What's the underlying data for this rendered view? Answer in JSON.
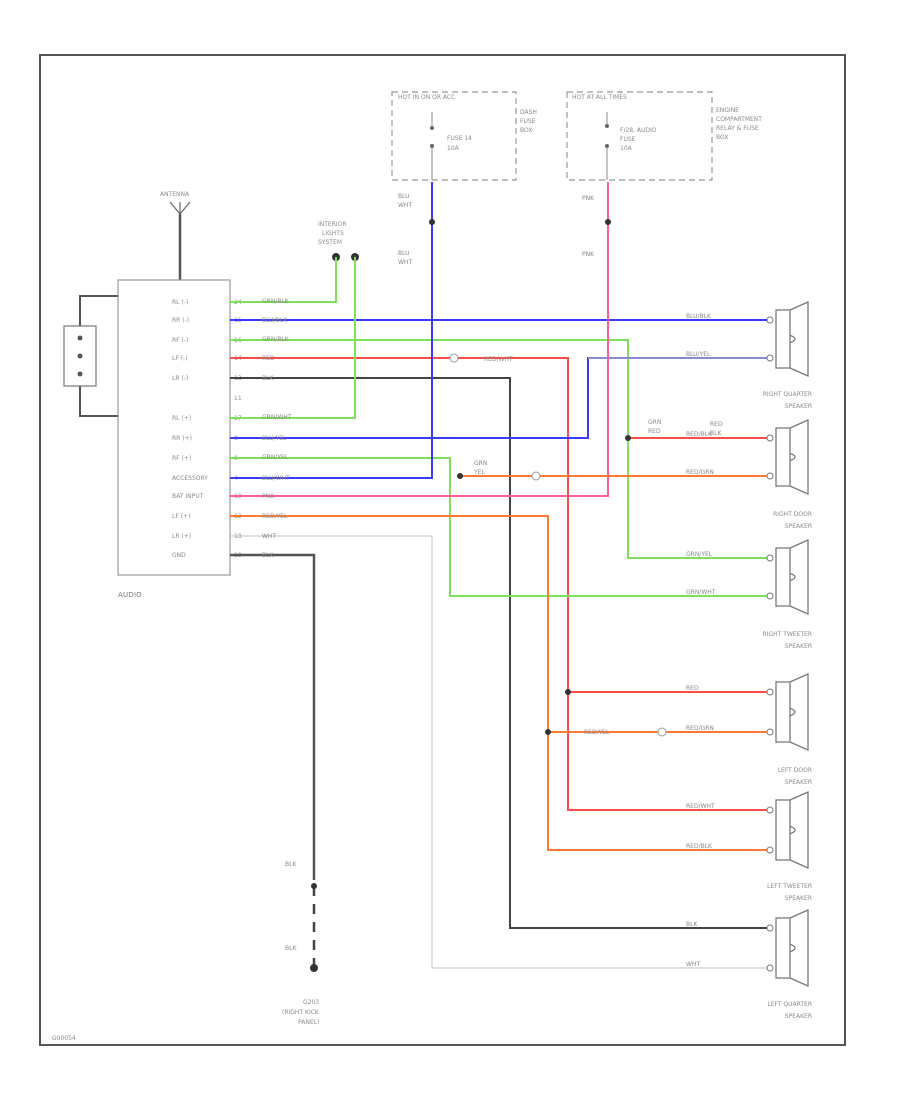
{
  "top": {
    "fuse_box1": {
      "header": "HOT IN ON OR ACC",
      "fuse": "FUSE 14",
      "amps": "10A",
      "name_l1": "DASH",
      "name_l2": "FUSE",
      "name_l3": "BOX"
    },
    "fuse_box2": {
      "header": "HOT AT ALL TIMES",
      "fuse_l1": "F/28, AUDIO",
      "fuse_l2": "FUSE",
      "amps": "10A",
      "name_l1": "ENGINE",
      "name_l2": "COMPARTMENT",
      "name_l3": "RELAY & FUSE",
      "name_l4": "BOX"
    }
  },
  "antenna": "ANTENNA",
  "interior_lights": {
    "l1": "INTERIOR",
    "l2": "LIGHTS",
    "l3": "SYSTEM"
  },
  "audio_unit": {
    "name": "AUDIO",
    "pins": [
      "RL (-)",
      "RR (-)",
      "RF (-)",
      "LF (-)",
      "LR (-)",
      "",
      "RL (+)",
      "RR (+)",
      "RF (+)",
      "ACCESSORY",
      "BAT INPUT",
      "LF (+)",
      "LR (+)",
      "GND"
    ],
    "pin_numbers": [
      "24",
      "15",
      "16",
      "14",
      "13",
      "11",
      "17",
      "8",
      "9",
      "4",
      "10",
      "12",
      "18",
      "19"
    ]
  },
  "wires": {
    "grn_blk": "GRN/BLK",
    "blu_blk": "BLU/BLK",
    "grn_blk2": "GRN/BLK",
    "red": "RED",
    "blk": "BLK",
    "grn_wht": "GRN/WHT",
    "blu_yel": "BLU/YEL",
    "grn_yel": "GRN/YEL",
    "blu_wht": "BLU/WHT",
    "pnk": "PNK",
    "red_yel": "RED/YEL",
    "wht": "WHT",
    "blk_gnd": "BLK",
    "red_wht": "RED/WHT",
    "blu_wht_top1": "BLU",
    "blu_wht_top2": "WHT",
    "blu_wht_mid1": "BLU",
    "blu_wht_mid2": "WHT",
    "pnk_top": "PNK",
    "pnk_mid": "PNK",
    "grn_red1": "GRN",
    "grn_red2": "RED",
    "grn_yel1": "GRN",
    "grn_yel2": "YEL",
    "red_blk1": "RED",
    "red_blk2": "BLK",
    "red_grn": "RED/GRN",
    "gnd_blk1": "BLK",
    "gnd_blk2": "BLK"
  },
  "speakers": {
    "right_quarter": {
      "l1": "RIGHT QUARTER",
      "l2": "SPEAKER",
      "w1": "BLU/BLK",
      "w2": "BLU/YEL"
    },
    "right_door": {
      "l1": "RIGHT DOOR",
      "l2": "SPEAKER",
      "w1": "RED/BLK",
      "w2": "RED/GRN"
    },
    "right_tweeter": {
      "l1": "RIGHT TWEETER",
      "l2": "SPEAKER",
      "w1": "GRN/YEL",
      "w2": "GRN/WHT"
    },
    "left_door": {
      "l1": "LEFT DOOR",
      "l2": "SPEAKER",
      "w1": "RED",
      "w2": "RED/GRN"
    },
    "left_tweeter": {
      "l1": "LEFT TWEETER",
      "l2": "SPEAKER",
      "w1": "RED/WHT",
      "w2": "RED/BLK"
    },
    "left_quarter": {
      "l1": "LEFT QUARTER",
      "l2": "SPEAKER",
      "w1": "BLK",
      "w2": "WHT"
    }
  },
  "splice_labels": {
    "red_yel": "RED/YEL",
    "red_wht_top": "RED/WHT"
  },
  "ground": {
    "id": "G203",
    "l1": "(RIGHT KICK",
    "l2": "PANEL)"
  },
  "footer_code": "G00054",
  "colors": {
    "blue": "#3a3aff",
    "green": "#7ee05a",
    "red": "#ff4a4a",
    "pink": "#ff5c9a",
    "orange": "#ff7a30",
    "black": "#333333",
    "gray": "#bbbbbb",
    "frame": "#555555"
  }
}
